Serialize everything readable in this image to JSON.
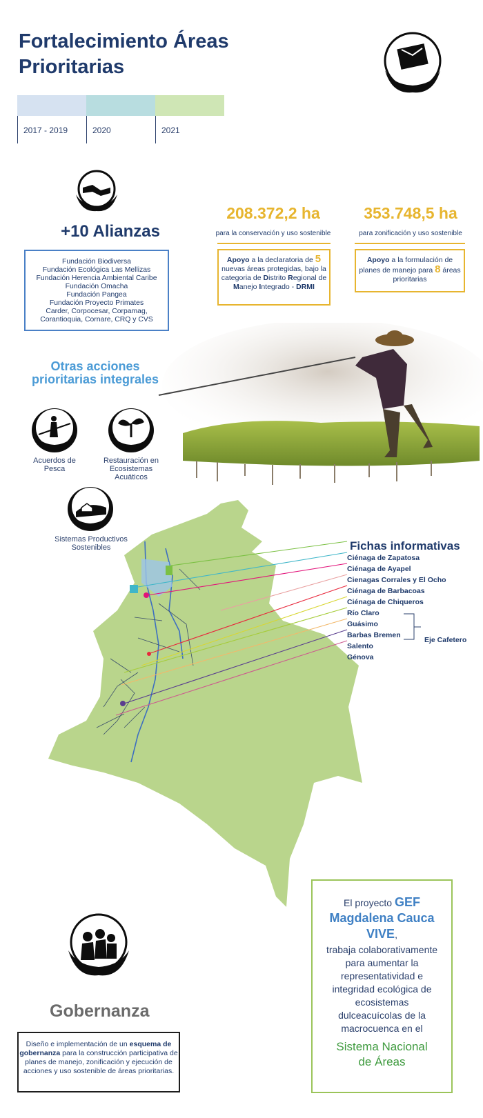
{
  "title": "Fortalecimiento Áreas Prioritarias",
  "timeline": [
    {
      "label": "2017 - 2019",
      "color": "#d6e2f1"
    },
    {
      "label": "2020",
      "color": "#b8dde0"
    },
    {
      "label": "2021",
      "color": "#cfe6b5"
    }
  ],
  "alianzas": {
    "title": "+10 Alianzas",
    "items": [
      "Fundación Biodiversa",
      "Fundación Ecológica Las Mellizas",
      "Fundación Herencia Ambiental Caribe",
      "Fundación Omacha",
      "Fundación Pangea",
      "Fundación Proyecto Primates",
      "Carder, Corpocesar, Corpamag,",
      "Corantioquia, Cornare, CRQ y CVS"
    ]
  },
  "stat1": {
    "value": "208.372,2 ha",
    "caption": "para la conservación y uso sostenible",
    "box": {
      "a": "Apoyo",
      "b": " a la declaratoria de ",
      "num": "5",
      "c": " nuevas áreas protegidas, bajo la categoria de ",
      "d": "D",
      "e": "istrito ",
      "f": "R",
      "g": "egional de ",
      "h": "M",
      "i": "anejo ",
      "j": "I",
      "k": "ntegrado - ",
      "l": "DRMI"
    }
  },
  "stat2": {
    "value": "353.748,5 ha",
    "caption": "para zonificación y uso sostenible",
    "box": {
      "a": "Apoyo",
      "b": " a la formulación de planes de manejo para ",
      "num": "8",
      "c": " áreas prioritarias"
    }
  },
  "otras": {
    "title_line1": "Otras acciones",
    "title_line2": "prioritarias integrales",
    "icons": [
      {
        "label": "Acuerdos de Pesca",
        "icon": "fisherman-icon"
      },
      {
        "label": "Restauración en Ecosistemas Acuáticos",
        "icon": "seedling-icon"
      },
      {
        "label": "Sistemas Productivos Sostenibles",
        "icon": "farm-icon"
      }
    ]
  },
  "fichas": {
    "title": "Fichas informativas",
    "items": [
      {
        "label": "Ciénaga de Zapatosa",
        "color": "#7bc043"
      },
      {
        "label": "Ciénaga de Ayapel",
        "color": "#3fb6c9"
      },
      {
        "label": "Cienagas Corrales y El Ocho",
        "color": "#e2137a"
      },
      {
        "label": "Ciénaga de Barbacoas",
        "color": "#e9a0a0"
      },
      {
        "label": "Ciénaga de Chiqueros",
        "color": "#e8283c"
      },
      {
        "label": "Río Claro",
        "color": "#d8d631"
      },
      {
        "label": "Guásimo",
        "color": "#a6cc3a"
      },
      {
        "label": "Barbas Bremen",
        "color": "#f2b86b"
      },
      {
        "label": "Salento",
        "color": "#5a3e8f"
      },
      {
        "label": "Génova",
        "color": "#cc5b8e"
      }
    ],
    "eje": "Eje Cafetero"
  },
  "gobernanza": {
    "title": "Gobernanza",
    "text_a": "Diseño e implementación de un ",
    "text_b": "esquema de gobernanza",
    "text_c": " para la construcción participativa de planes de manejo, zonificación y ejecución de acciones y uso sostenible de áreas prioritarias."
  },
  "gef": {
    "intro": "El proyecto ",
    "name": "GEF Magdalena Cauca VIVE",
    "comma": ",",
    "body": "trabaja colaborativamente para aumentar la representatividad e integridad ecológica de ecosistemas dulceacuícolas de la macrocuenca en el",
    "system": "Sistema Nacional de Áreas"
  },
  "colors": {
    "navy": "#1f3a6b",
    "gold": "#e7b52f",
    "blue": "#4b9bd6",
    "map": "#b9d58c"
  }
}
